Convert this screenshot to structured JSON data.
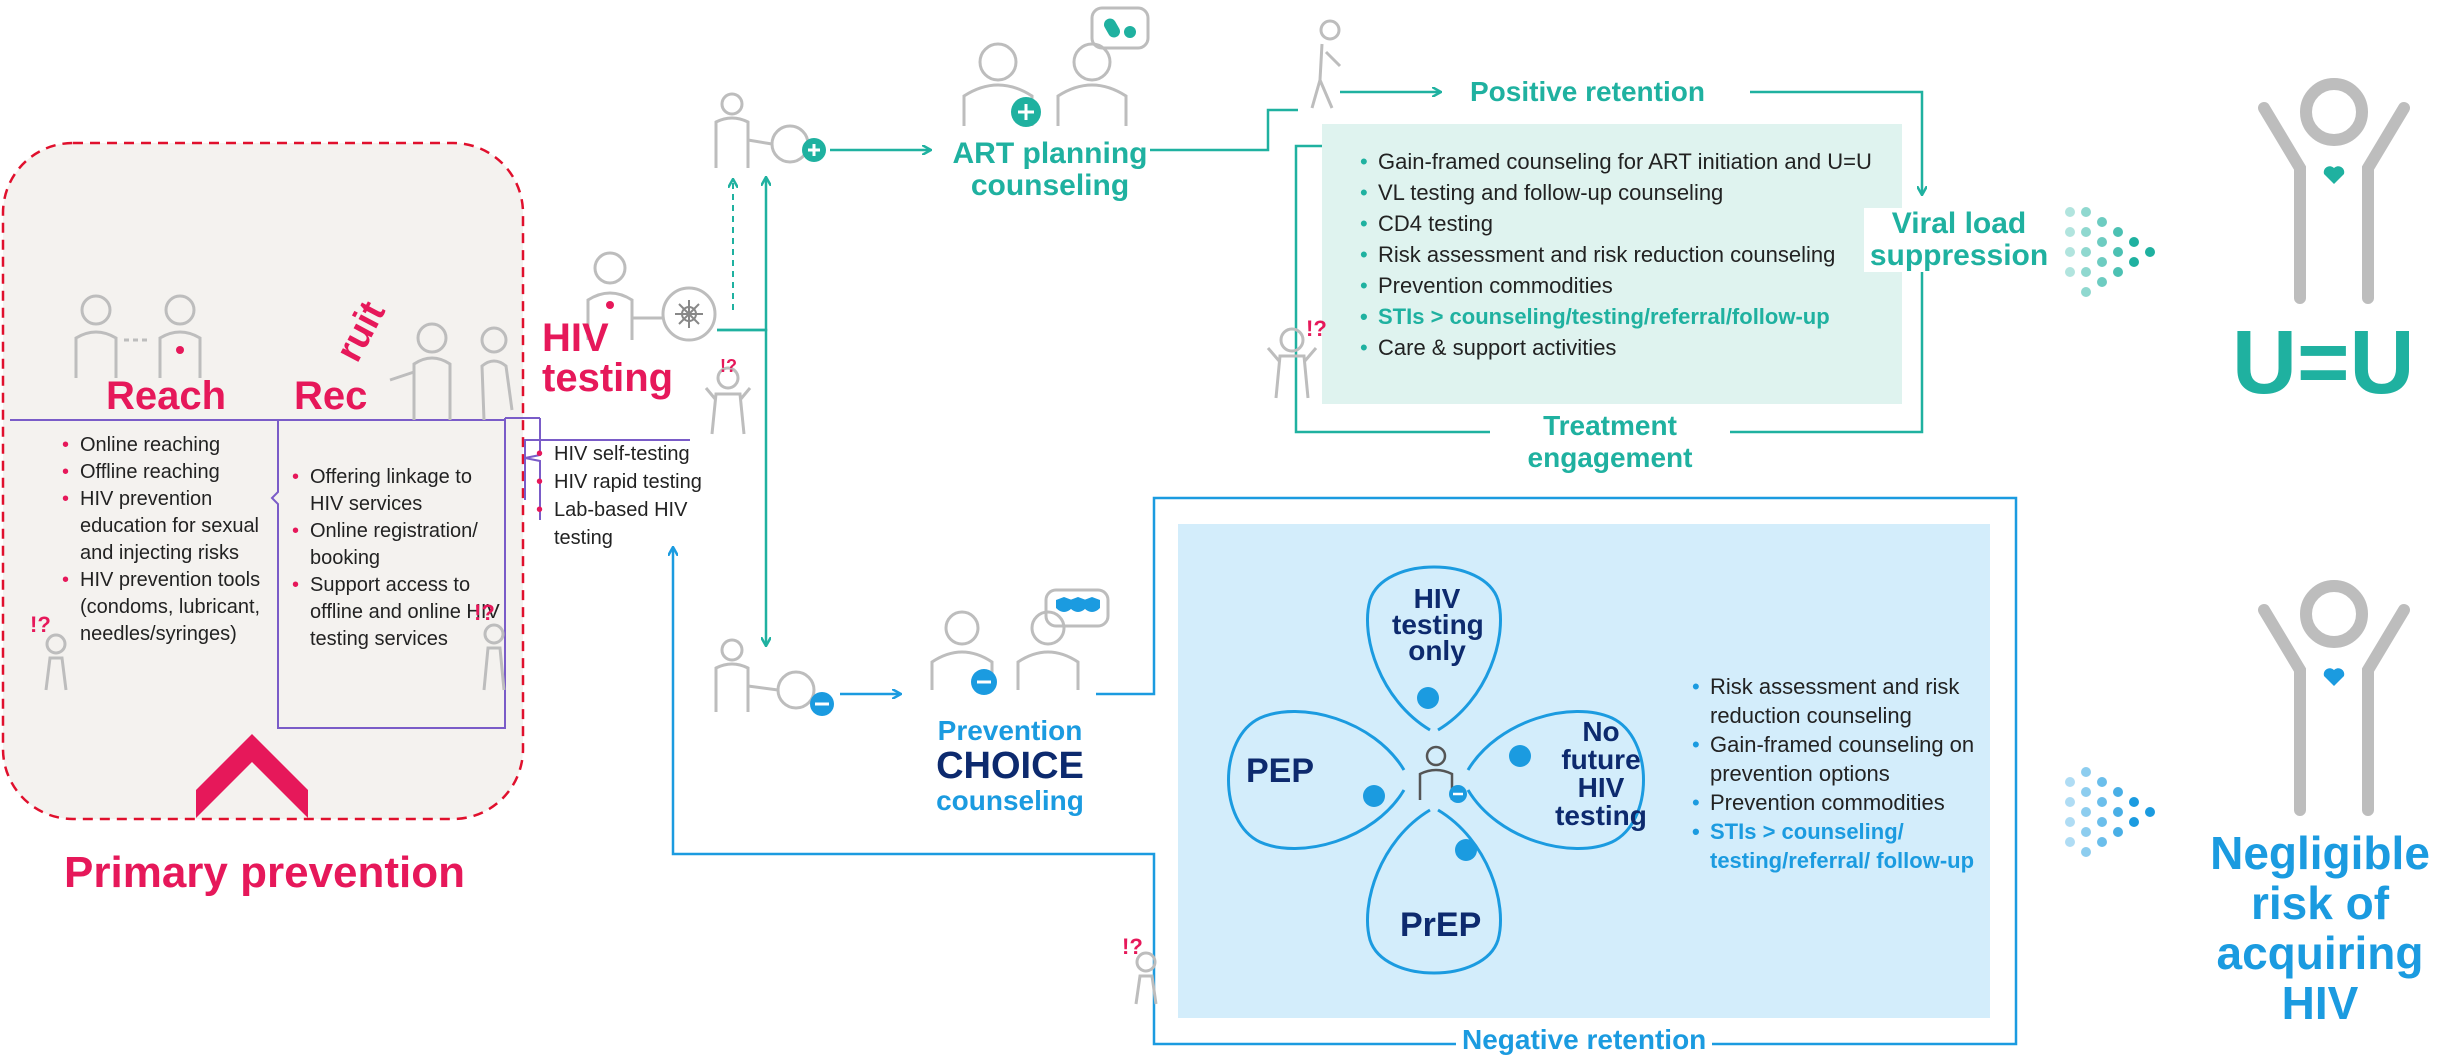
{
  "primary_prevention": {
    "label": "Primary prevention"
  },
  "reach": {
    "title": "Reach",
    "items": [
      "Online reaching",
      "Offline reaching",
      "HIV prevention education for sexual and injecting risks",
      "HIV prevention tools (condoms, lubricant, needles/syringes)"
    ]
  },
  "recruit": {
    "title_a": "Rec",
    "title_b": "ruit",
    "items": [
      "Offering linkage to HIV services",
      "Online registration/ booking",
      "Support access to offline and online HIV testing services"
    ]
  },
  "hiv_testing": {
    "title_a": "HIV",
    "title_b": "testing",
    "items": [
      "HIV self-testing",
      "HIV rapid testing",
      "Lab-based HIV testing"
    ]
  },
  "art_planning": {
    "line1": "ART planning",
    "line2": "counseling"
  },
  "positive_retention": {
    "label": "Positive retention",
    "items": [
      "Gain-framed counseling for ART initiation and U=U",
      "VL testing and follow-up counseling",
      "CD4 testing",
      "Risk assessment and risk reduction counseling",
      "Prevention commodities",
      "STIs > counseling/testing/referral/follow-up",
      "Care & support activities"
    ],
    "highlight_index": 5
  },
  "viral_load": {
    "line1": "Viral load",
    "line2": "suppression"
  },
  "treatment_engagement": {
    "line1": "Treatment",
    "line2": "engagement"
  },
  "uu": {
    "label": "U=U"
  },
  "prevention_choice": {
    "line1": "Prevention",
    "line2": "CHOICE",
    "line3": "counseling"
  },
  "negative_retention": {
    "label": "Negative retention",
    "items": [
      "Risk assessment and risk reduction counseling",
      "Gain-framed counseling on prevention options",
      "Prevention commodities",
      "STIs > counseling/ testing/referral/ follow-up"
    ],
    "highlight_index": 3
  },
  "options": {
    "hiv_testing_only": "HIV testing only",
    "pep": "PEP",
    "prep": "PrEP",
    "no_future": "No future HIV testing"
  },
  "negligible": {
    "line1": "Negligible",
    "line2": "risk of",
    "line3": "acquiring",
    "line4": "HIV"
  },
  "marks": {
    "interrobang": "!?"
  },
  "colors": {
    "pink": "#e6185a",
    "teal": "#1fb1a0",
    "cyan": "#1b9be0",
    "navy": "#0d2a6e",
    "purple": "#7a5cc8",
    "red_dashed": "#e0102d",
    "teal_box": "#dff3ef",
    "blue_box": "#d3edfb",
    "beige_box": "#f4f2ef"
  }
}
